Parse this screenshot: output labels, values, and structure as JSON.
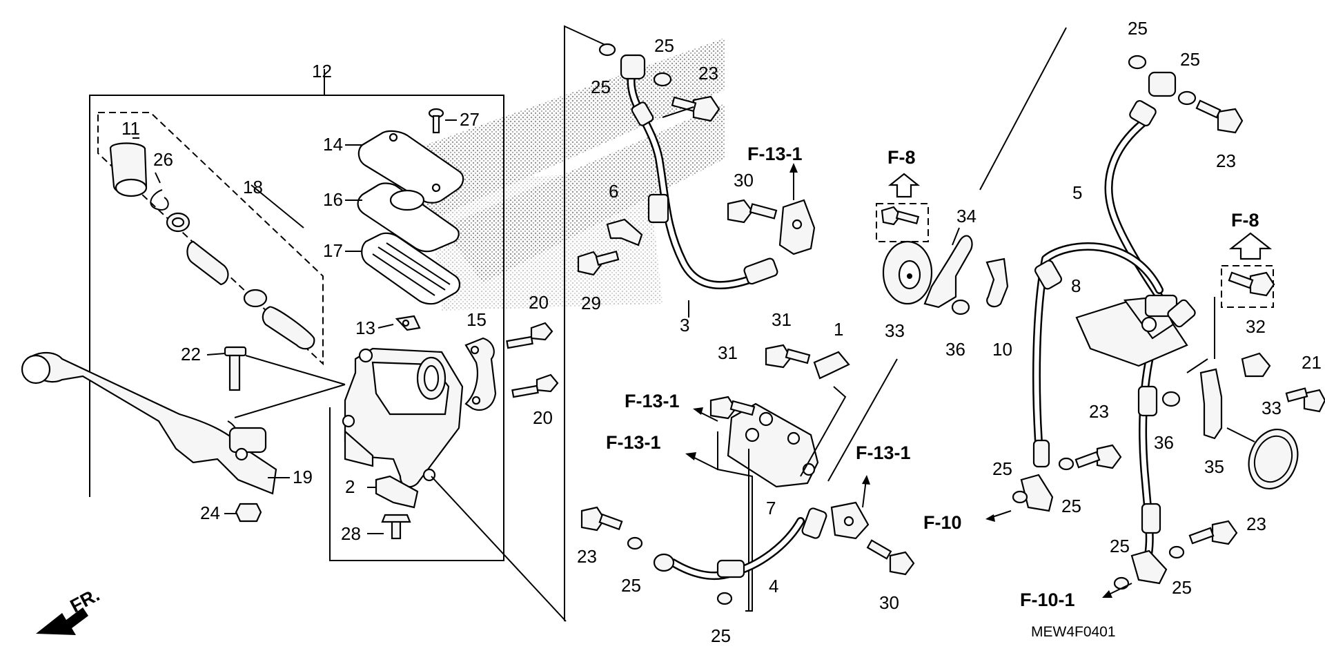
{
  "labels": {
    "p1": "1",
    "p2": "2",
    "p3": "3",
    "p4": "4",
    "p5": "5",
    "p6": "6",
    "p7": "7",
    "p8": "8",
    "p10": "10",
    "p11": "11",
    "p12": "12",
    "p13": "13",
    "p14": "14",
    "p15": "15",
    "p16": "16",
    "p17": "17",
    "p18": "18",
    "p19": "19",
    "p20a": "20",
    "p20b": "20",
    "p21": "21",
    "p22": "22",
    "p23a": "23",
    "p23b": "23",
    "p23c": "23",
    "p23d": "23",
    "p23e": "23",
    "p24": "24",
    "p25a": "25",
    "p25b": "25",
    "p25c": "25",
    "p25d": "25",
    "p25e": "25",
    "p25f": "25",
    "p25g": "25",
    "p25h": "25",
    "p25i": "25",
    "p26": "26",
    "p27": "27",
    "p28": "28",
    "p29": "29",
    "p30a": "30",
    "p30b": "30",
    "p31a": "31",
    "p31b": "31",
    "p32": "32",
    "p33a": "33",
    "p33b": "33",
    "p34": "34",
    "p35": "35",
    "p36a": "36",
    "p36b": "36"
  },
  "refs": {
    "f131a": "F-13-1",
    "f131b": "F-13-1",
    "f131c": "F-13-1",
    "f131d": "F-13-1",
    "f8a": "F-8",
    "f8b": "F-8",
    "f10": "F-10",
    "f101": "F-10-1"
  },
  "direction_label": "FR.",
  "diagram_code": "MEW4F0401",
  "icons": [
    "front-direction-arrow-icon",
    "up-reference-arrow-icon"
  ]
}
